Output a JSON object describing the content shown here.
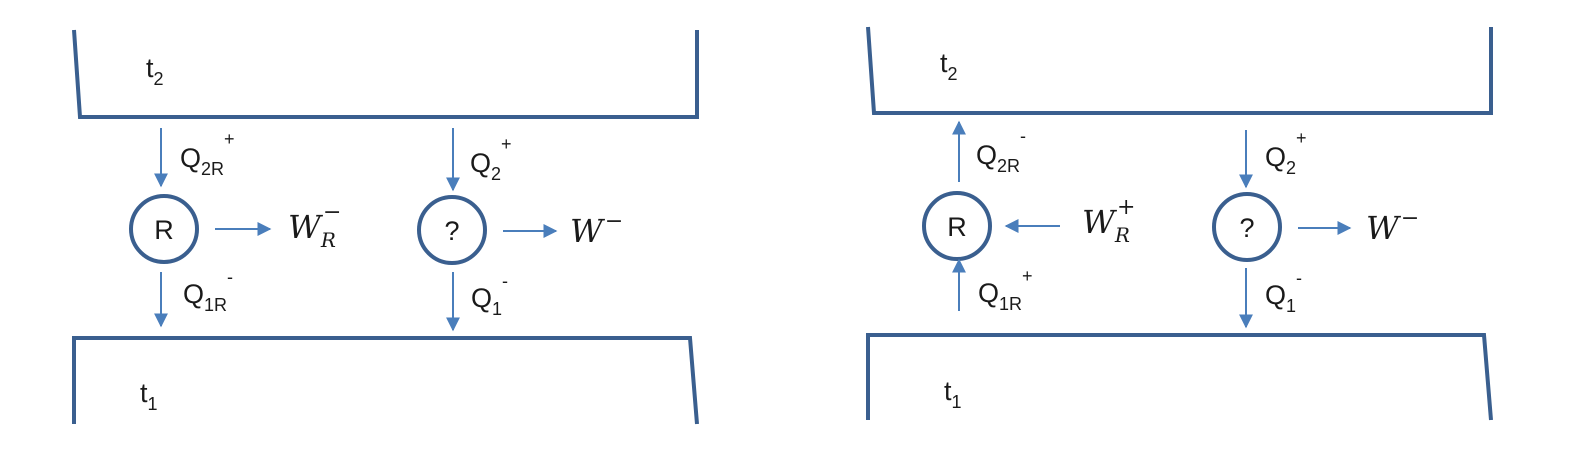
{
  "left": {
    "hot_reservoir": {
      "symbol": "t",
      "subscript": "2"
    },
    "cold_reservoir": {
      "symbol": "t",
      "subscript": "1"
    },
    "reversible_engine": {
      "label": "R",
      "heat_in": {
        "symbol": "Q",
        "subscript": "2R",
        "superscript": "+"
      },
      "heat_out": {
        "symbol": "Q",
        "subscript": "1R",
        "superscript": "-"
      },
      "work": {
        "symbol": "W",
        "subscript": "R",
        "superscript": "−"
      }
    },
    "unknown_engine": {
      "label": "?",
      "heat_in": {
        "symbol": "Q",
        "subscript": "2",
        "superscript": "+"
      },
      "heat_out": {
        "symbol": "Q",
        "subscript": "1",
        "superscript": "-"
      },
      "work": {
        "symbol": "W",
        "superscript": "−"
      }
    }
  },
  "right": {
    "hot_reservoir": {
      "symbol": "t",
      "subscript": "2"
    },
    "cold_reservoir": {
      "symbol": "t",
      "subscript": "1"
    },
    "reversible_engine": {
      "label": "R",
      "heat_in": {
        "symbol": "Q",
        "subscript": "2R",
        "superscript": "-"
      },
      "heat_out": {
        "symbol": "Q",
        "subscript": "1R",
        "superscript": "+"
      },
      "work": {
        "symbol": "W",
        "subscript": "R",
        "superscript": "+"
      }
    },
    "unknown_engine": {
      "label": "?",
      "heat_in": {
        "symbol": "Q",
        "subscript": "2",
        "superscript": "+"
      },
      "heat_out": {
        "symbol": "Q",
        "subscript": "1",
        "superscript": "-"
      },
      "work": {
        "symbol": "W",
        "superscript": "−"
      }
    }
  },
  "colors": {
    "wall": "#3a5f8f",
    "arrow": "#4a7ebb",
    "text": "#1a1a1a"
  }
}
